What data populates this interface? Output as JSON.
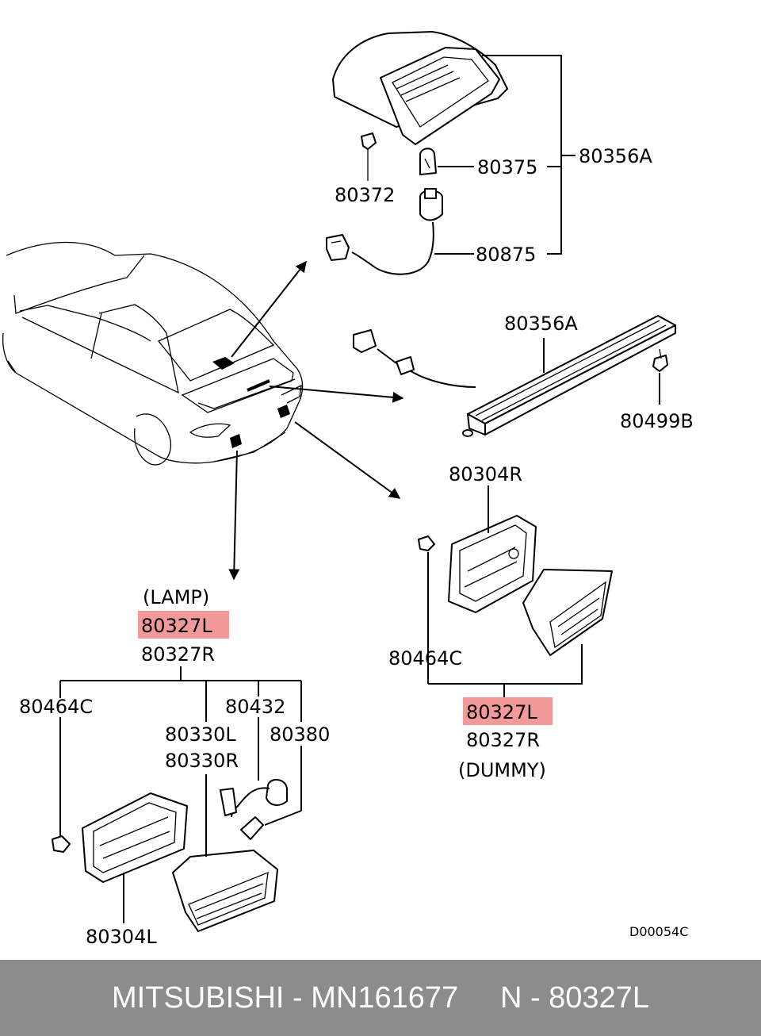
{
  "labels": {
    "l80356a_top": "80356A",
    "l80375": "80375",
    "l80372": "80372",
    "l80875": "80875",
    "l80356a_mid": "80356A",
    "l80499b": "80499B",
    "l80304r": "80304R",
    "lamp_caption": "(LAMP)",
    "lamp_80327l": "80327L",
    "lamp_80327r": "80327R",
    "l80464c_left": "80464C",
    "l80432": "80432",
    "l80330l": "80330L",
    "l80380": "80380",
    "l80330r": "80330R",
    "l80304l": "80304L",
    "l80464c_right": "80464C",
    "dummy_80327l": "80327L",
    "dummy_80327r": "80327R",
    "dummy_caption": "(DUMMY)",
    "diagram_code": "D00054C"
  },
  "highlight_color": "#f29a9a",
  "footer": {
    "text": "MITSUBISHI - MN161677     N - 80327L",
    "background": "#8c8c8c"
  }
}
